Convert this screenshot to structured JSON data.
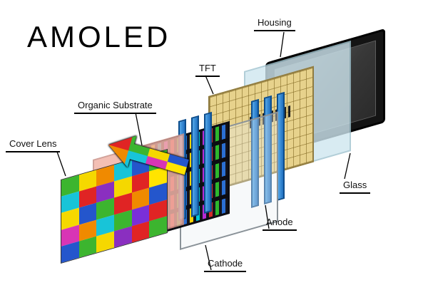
{
  "title": "AMOLED",
  "labels": {
    "housing": "Housing",
    "tft": "TFT",
    "organic_substrate": "Organic Substrate",
    "cover_lens": "Cover Lens",
    "glass": "Glass",
    "anode": "Anode",
    "cathode": "Cathode"
  },
  "colors": {
    "anode_bar": "#1f6fc0",
    "tft_panel": "#e7d28c",
    "glass_panel": "#cfe7f0",
    "housing_frame": "#141414",
    "housing_screen": "#3f3f3f",
    "substrate_base": "#14141c",
    "pink_layer": "#f2b4a8",
    "label_line": "#000000"
  },
  "cover_lens_grid": {
    "rows": 5,
    "cols": 6,
    "cells": [
      "#3cb52f",
      "#f5d800",
      "#f08a00",
      "#18c4d8",
      "#2456cc",
      "#3cb52f",
      "#18c4d8",
      "#e02424",
      "#8a2fc0",
      "#f5d800",
      "#e02424",
      "#ffe400",
      "#f5d800",
      "#2456cc",
      "#3cb52f",
      "#e02424",
      "#f08a00",
      "#2456cc",
      "#d835b5",
      "#f08a00",
      "#18c4d8",
      "#3cb52f",
      "#7a2fd8",
      "#e02424",
      "#2456cc",
      "#3cb52f",
      "#f5d800",
      "#8a2fc0",
      "#e02424",
      "#3cb52f"
    ]
  },
  "arrow_cells": [
    "#e02424",
    "#3cb52f",
    "#f5d800",
    "#2456cc",
    "#f08a00",
    "#18c4d8",
    "#d835b5",
    "#ffe400"
  ]
}
